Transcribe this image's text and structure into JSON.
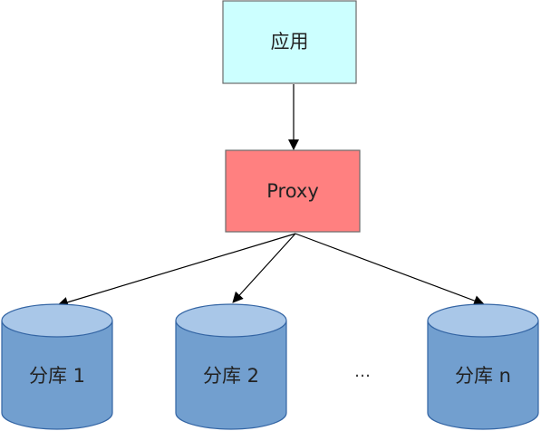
{
  "diagram": {
    "app_node": {
      "label": "应用",
      "fill": "#ccffff",
      "stroke": "#6b6b6b"
    },
    "proxy_node": {
      "label": "Proxy",
      "fill": "#ff8080",
      "stroke": "#6b6b6b"
    },
    "shards": [
      {
        "label": "分库 1"
      },
      {
        "label": "分库 2"
      },
      {
        "label": "分库 n"
      }
    ],
    "ellipsis": "…",
    "shard_colors": {
      "body": "#729fcf",
      "top": "#a9c7e8",
      "stroke": "#3465a4"
    },
    "connector_color": "#000000"
  }
}
